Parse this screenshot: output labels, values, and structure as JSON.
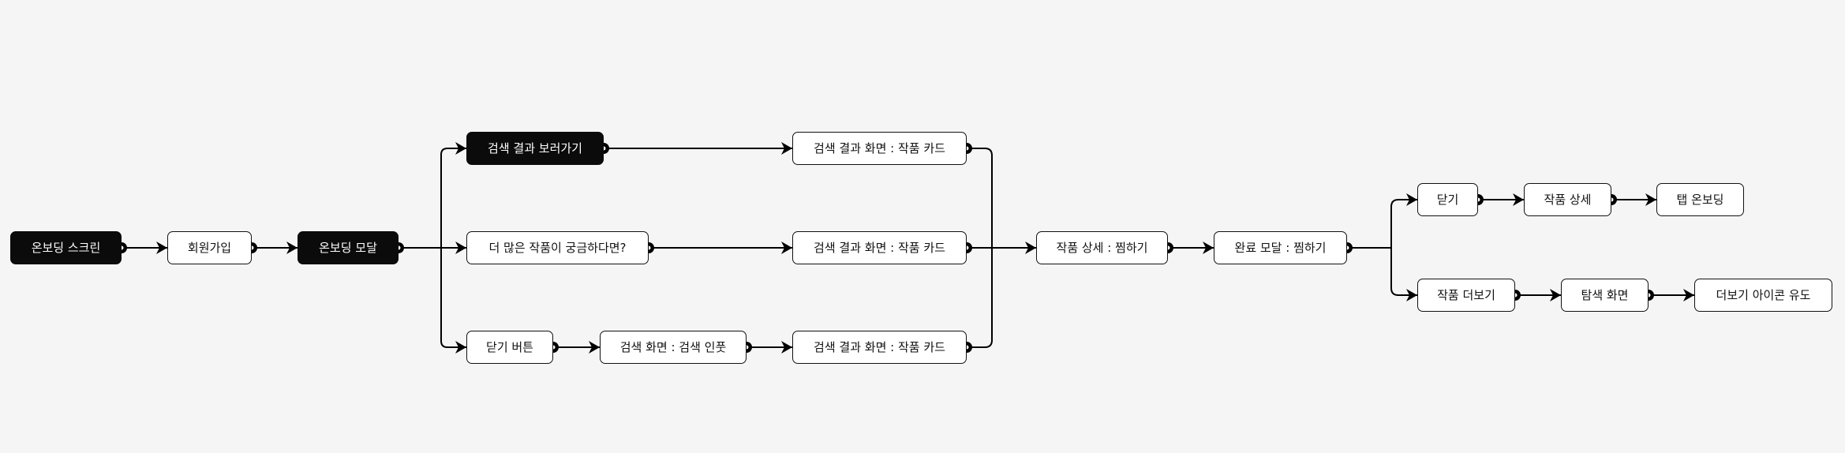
{
  "nodes": {
    "onboarding_screen": "온보딩 스크린",
    "signup": "회원가입",
    "onboarding_modal": "온보딩 모달",
    "view_search_results": "검색 결과 보러가기",
    "more_works": "더 많은 작품이 궁금하다면?",
    "close_button": "닫기 버튼",
    "search_input": "검색 화면 : 검색 인풋",
    "search_result_card_1": "검색 결과 화면 : 작품 카드",
    "search_result_card_2": "검색 결과 화면 : 작품 카드",
    "search_result_card_3": "검색 결과 화면 : 작품 카드",
    "work_detail_like": "작품 상세 : 찜하기",
    "complete_modal_like": "완료 모달 : 찜하기",
    "close": "닫기",
    "work_detail": "작품 상세",
    "tab_onboarding": "탭 온보딩",
    "more_works_view": "작품 더보기",
    "explore_screen": "탐색 화면",
    "more_icon_guide": "더보기 아이콘 유도"
  },
  "colors": {
    "background": "#f5f5f5",
    "node_fill": "#ffffff",
    "node_dark_fill": "#0b0b0b",
    "line": "#000000"
  }
}
